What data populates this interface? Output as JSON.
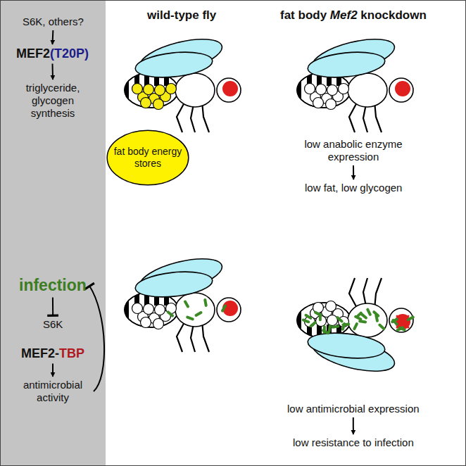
{
  "diagram": {
    "nodes": [
      {
        "text": [
          "S6K, others?"
        ]
      },
      {
        "text": [
          "MEF2",
          "(T20P)"
        ]
      },
      {
        "text": [
          "triglyceride, glycogen synthesis"
        ]
      },
      {
        "text": [
          "infection"
        ]
      },
      {
        "text": [
          "S6K"
        ]
      },
      {
        "text": [
          "MEF2-",
          "TBP"
        ]
      },
      {
        "text": [
          "antimicrobial activity"
        ]
      },
      {
        "text": [
          "fat body energy stores"
        ]
      },
      {
        "text": [
          "low anabolic enzyme expression"
        ]
      },
      {
        "text": [
          "low fat, low glycogen"
        ]
      },
      {
        "text": [
          "low antimicrobial expression"
        ]
      },
      {
        "text": [
          "low resistance to infection"
        ]
      }
    ],
    "edges": [
      {
        "from": 0,
        "to": 1,
        "arrow": "to"
      },
      {
        "from": 1,
        "to": 2,
        "arrow": "to"
      },
      {
        "from": 3,
        "to": 4,
        "arrow": "to"
      },
      {
        "from": 5,
        "to": 6,
        "arrow": "to"
      },
      {
        "from": 6,
        "to": 3,
        "arrow": "to"
      },
      {
        "from": 8,
        "to": 9,
        "arrow": "to"
      },
      {
        "from": 10,
        "to": 11,
        "arrow": "to"
      }
    ],
    "labels": [
      "wild-type fly",
      "fat body",
      "Mef2",
      "knockdown"
    ]
  }
}
